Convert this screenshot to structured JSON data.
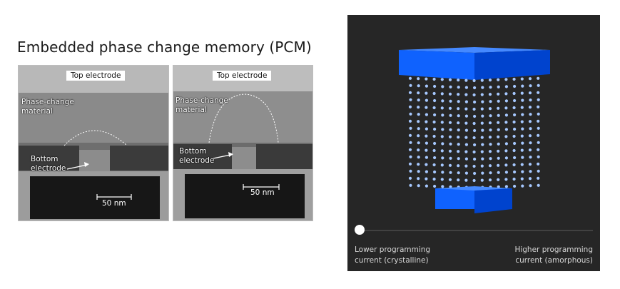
{
  "title": "Embedded phase change memory (PCM)",
  "micrographs": [
    {
      "top_electrode": "Top electrode",
      "phase_change_label": "Phase-change\nmaterial",
      "bottom_electrode_label": "Bottom\nelectrode",
      "scale": "50 nm"
    },
    {
      "top_electrode": "Top electrode",
      "phase_change_label": "Phase-change\nmaterial",
      "bottom_electrode_label": "Bottom\nelectrode",
      "scale": "50 nm"
    }
  ],
  "slider": {
    "min_label": "Lower programming\ncurrent (crystalline)",
    "max_label": "Higher programming\ncurrent (amorphous)",
    "value": 0
  },
  "colors": {
    "accent": "#0f62fe",
    "panel_bg": "#262626",
    "dots": "#a6c8ff"
  }
}
